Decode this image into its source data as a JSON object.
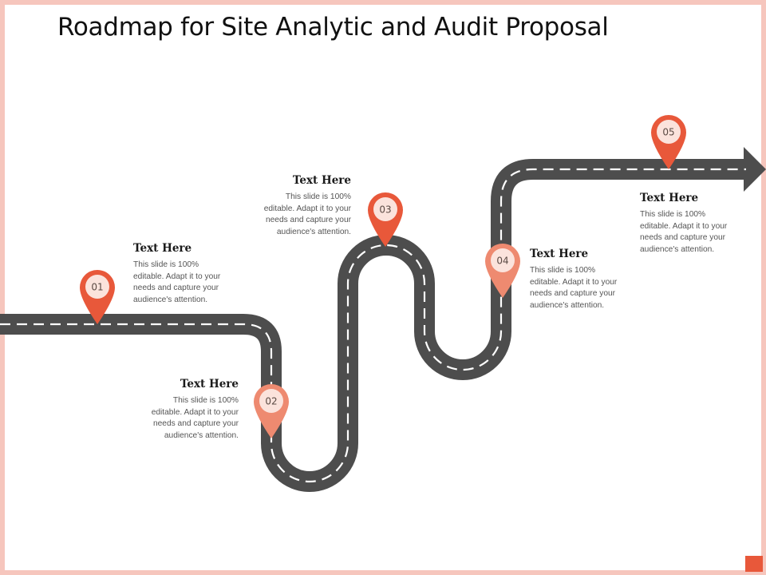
{
  "title": "Roadmap for Site Analytic and Audit Proposal",
  "colors": {
    "road": "#4d4d4d",
    "dash": "#ffffff",
    "pin_dark": "#e8583a",
    "pin_light": "#ee8a70",
    "pin_inner": "#fbe3dc",
    "frame": "#f6c6bd"
  },
  "steps": [
    {
      "number": "01",
      "heading": "Text Here",
      "lines": [
        "This slide is 100%",
        "editable. Adapt it to your",
        "needs and capture your",
        "audience's attention."
      ]
    },
    {
      "number": "02",
      "heading": "Text Here",
      "lines": [
        "This slide is 100%",
        "editable. Adapt it to your",
        "needs and capture your",
        "audience's attention."
      ]
    },
    {
      "number": "03",
      "heading": "Text Here",
      "lines": [
        "This slide is 100%",
        "editable. Adapt it to your",
        "needs and capture your",
        "audience's attention."
      ]
    },
    {
      "number": "04",
      "heading": "Text Here",
      "lines": [
        "This slide is 100%",
        "editable. Adapt it to your",
        "needs and capture your",
        "audience's attention."
      ]
    },
    {
      "number": "05",
      "heading": "Text Here",
      "lines": [
        "This slide is 100%",
        "editable. Adapt it to your",
        "needs and capture your",
        "audience's attention."
      ]
    }
  ]
}
